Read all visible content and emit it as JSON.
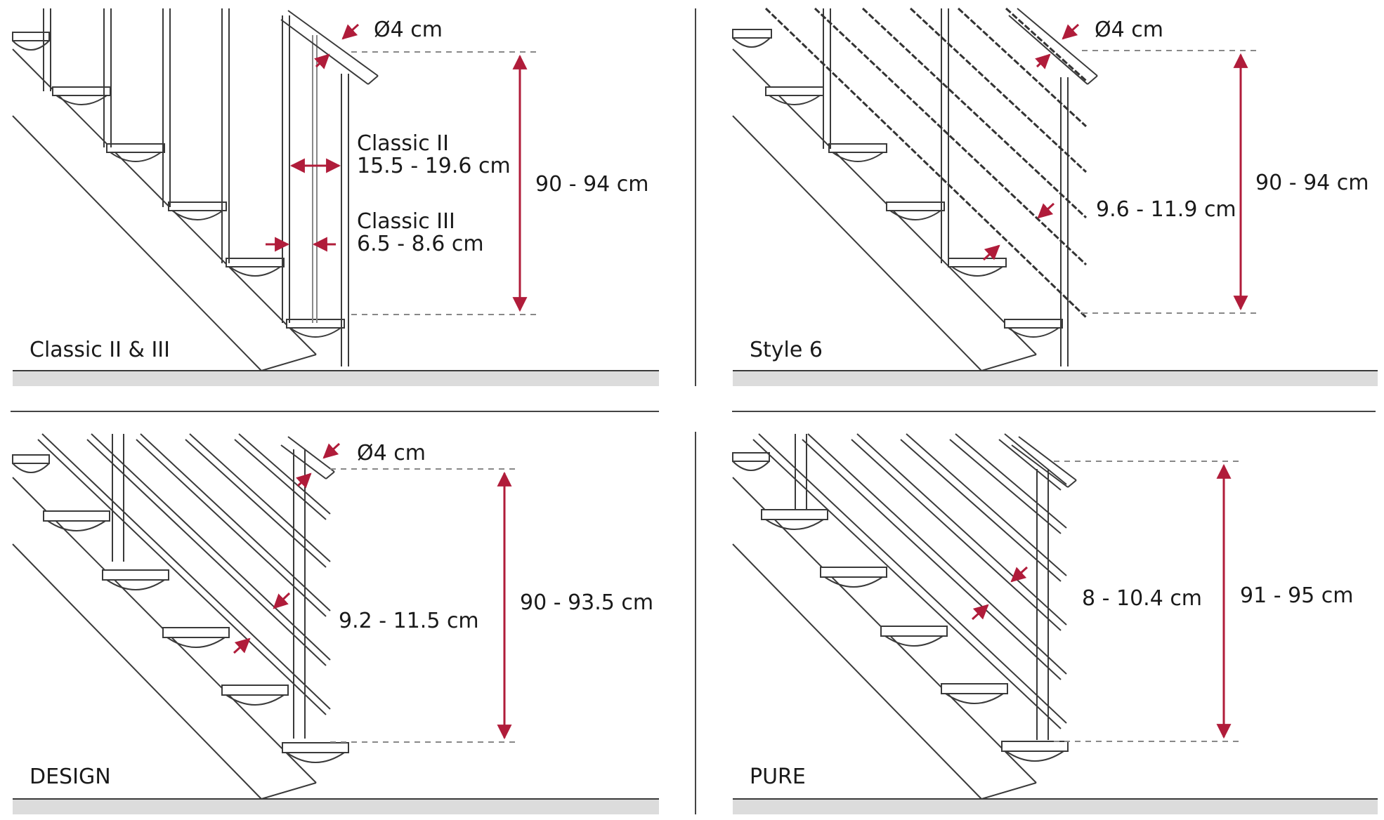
{
  "colors": {
    "dimension_arrow": "#b01c3a",
    "line": "#3a3a3a",
    "floor": "#dcdcdc"
  },
  "panels": [
    {
      "title": "Classic II & III",
      "diameter": "Ø4 cm",
      "height": "90 - 94 cm",
      "spacing_a_name": "Classic II",
      "spacing_a_value": "15.5 - 19.6 cm",
      "spacing_b_name": "Classic III",
      "spacing_b_value": "6.5 - 8.6 cm"
    },
    {
      "title": "Style 6",
      "diameter": "Ø4 cm",
      "height": "90 - 94 cm",
      "spacing": "9.6 - 11.9 cm"
    },
    {
      "title": "DESIGN",
      "diameter": "Ø4 cm",
      "height": "90 - 93.5 cm",
      "spacing": "9.2 - 11.5 cm"
    },
    {
      "title": "PURE",
      "height": "91 - 95 cm",
      "spacing": "8 - 10.4 cm"
    }
  ]
}
